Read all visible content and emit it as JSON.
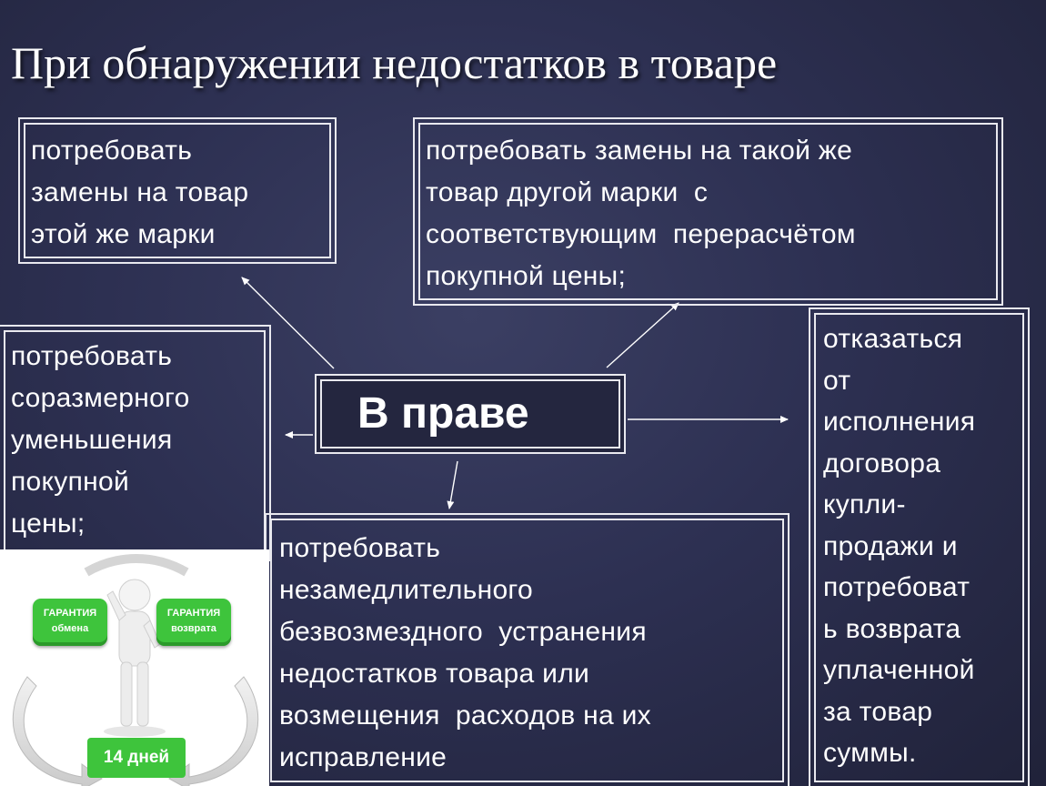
{
  "title": "При обнаружении недостатков в товаре",
  "center": {
    "label": "В праве"
  },
  "boxes": {
    "same_brand": [
      "потребовать",
      "замены на товар",
      "этой же марки"
    ],
    "other_brand": [
      "потребовать замены на такой же",
      "товар другой марки  с",
      "соответствующим  перерасчётом",
      "покупной цены;"
    ],
    "reduction": [
      "потребовать",
      "соразмерного",
      "уменьшения",
      "покупной",
      "цены;"
    ],
    "repair": [
      "потребовать",
      "незамедлительного",
      "безвозмездного  устранения",
      "недостатков товара или",
      "возмещения  расходов на их",
      "исправление"
    ],
    "refuse": [
      "отказаться",
      "от",
      "исполнения",
      "договора",
      "купли-",
      "продажи и",
      "потребоват",
      "ь возврата",
      "уплаченной",
      "за товар",
      "суммы."
    ]
  },
  "picture": {
    "badge_exchange": [
      "ГАРАНТИЯ",
      "обмена"
    ],
    "badge_return": [
      "ГАРАНТИЯ",
      "возврата"
    ],
    "days": "14 дней"
  },
  "colors": {
    "background": "#2d3052",
    "border": "#e9e9ef",
    "badge": "#3ec43c",
    "text": "#ffffff"
  }
}
